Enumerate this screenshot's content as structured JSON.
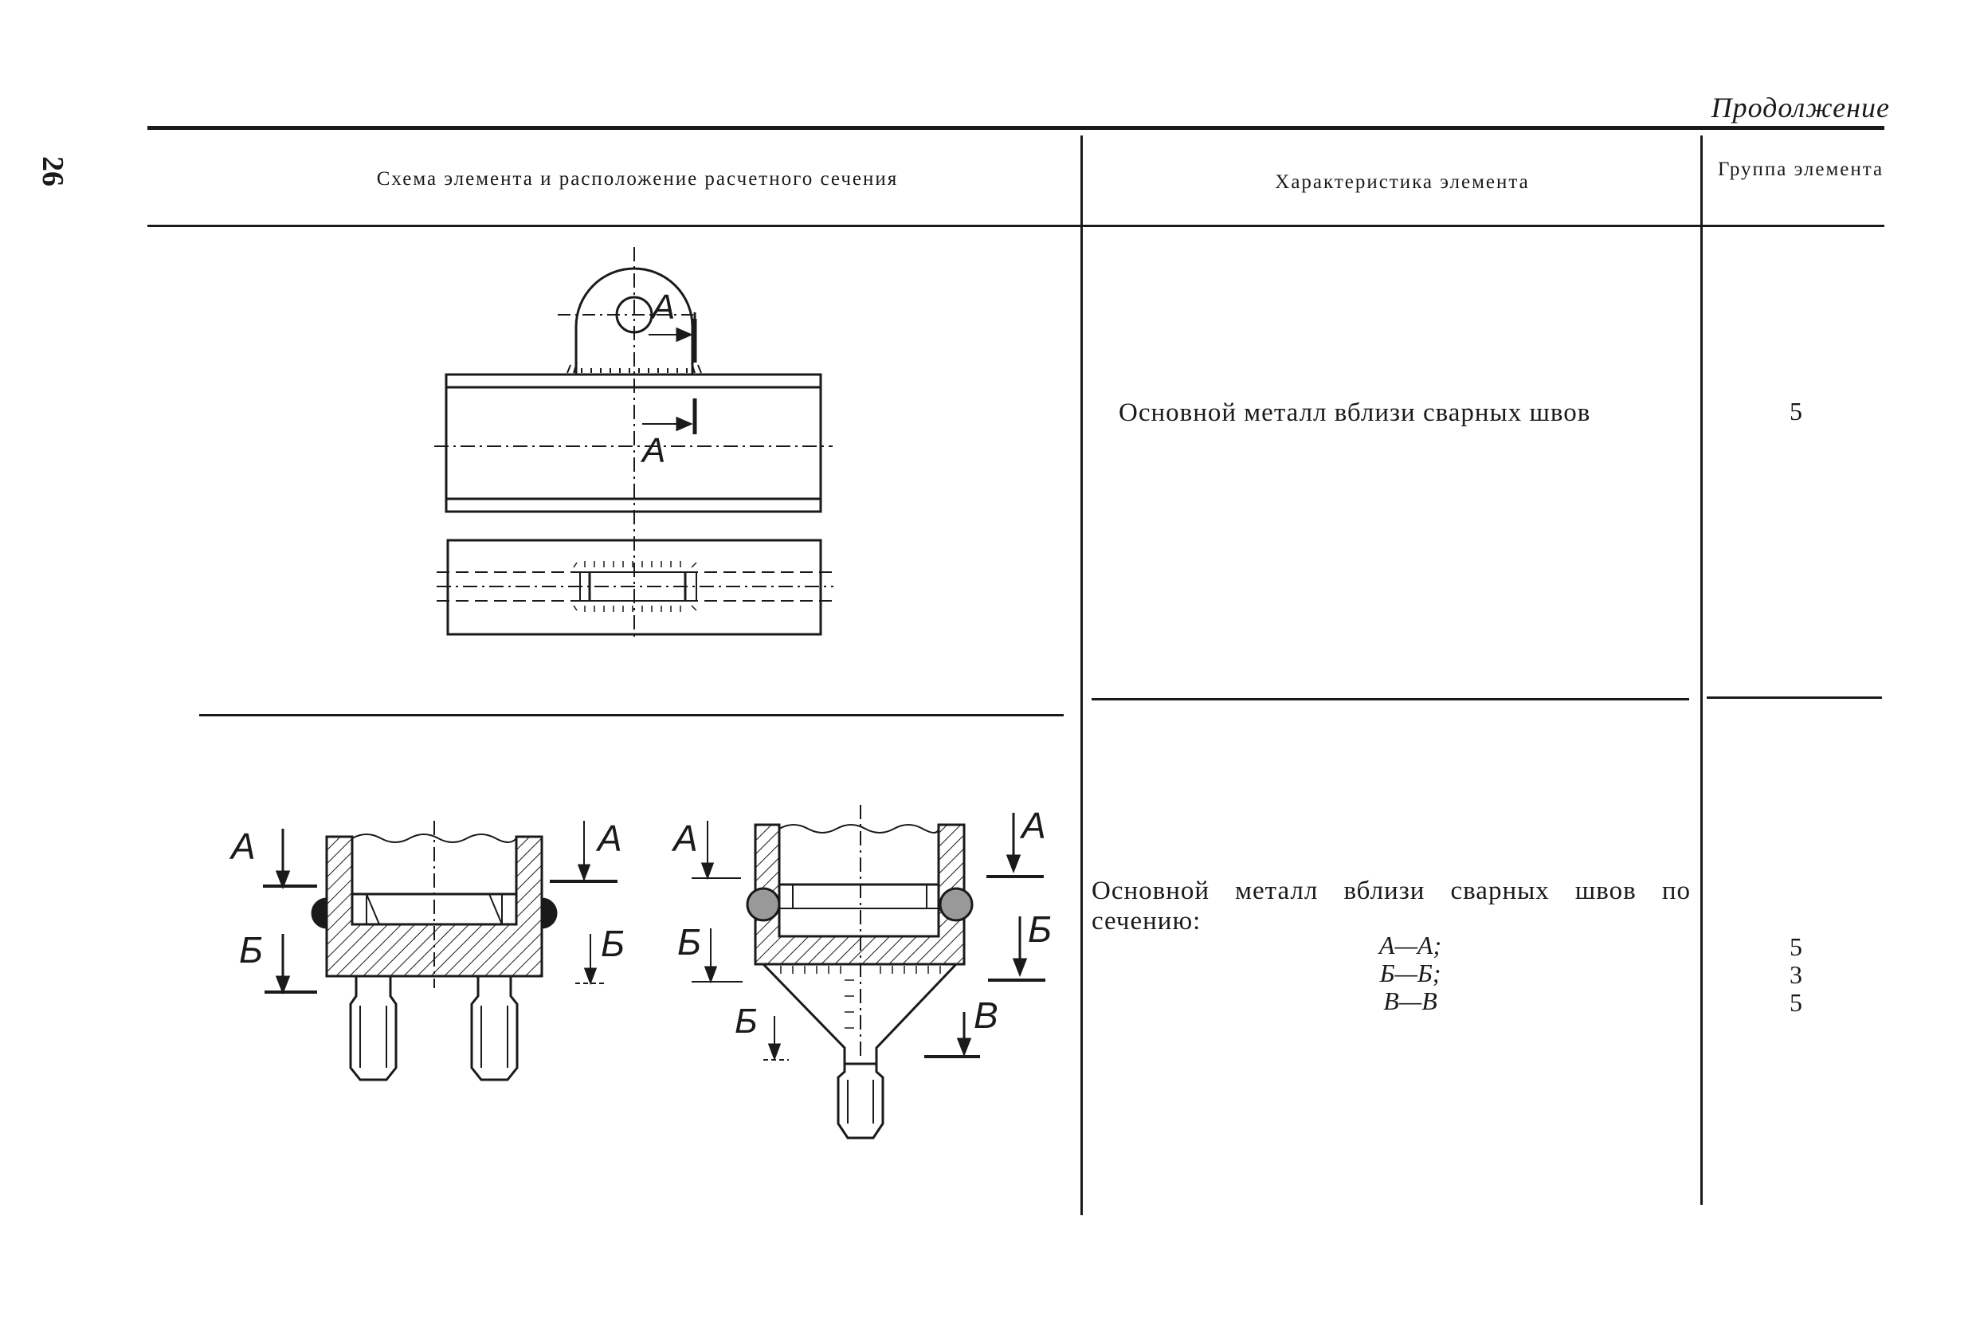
{
  "page": {
    "continued_label": "Продолжение",
    "page_number": "26"
  },
  "table": {
    "headers": {
      "scheme": "Схема элемента и расположение расчетного сечения",
      "characteristic": "Характеристика элемента",
      "group": "Группа элемента"
    },
    "rows": [
      {
        "characteristic": "Основной металл вблизи сварных швов",
        "group": "5"
      },
      {
        "characteristic": "Основной металл вблизи сварных швов по сечению:",
        "sections": [
          "А—А;",
          "Б—Б;",
          "В—В"
        ],
        "groups": [
          "5",
          "3",
          "5"
        ]
      }
    ]
  },
  "drawing_labels": {
    "a": "А",
    "b": "Б",
    "v": "В"
  }
}
